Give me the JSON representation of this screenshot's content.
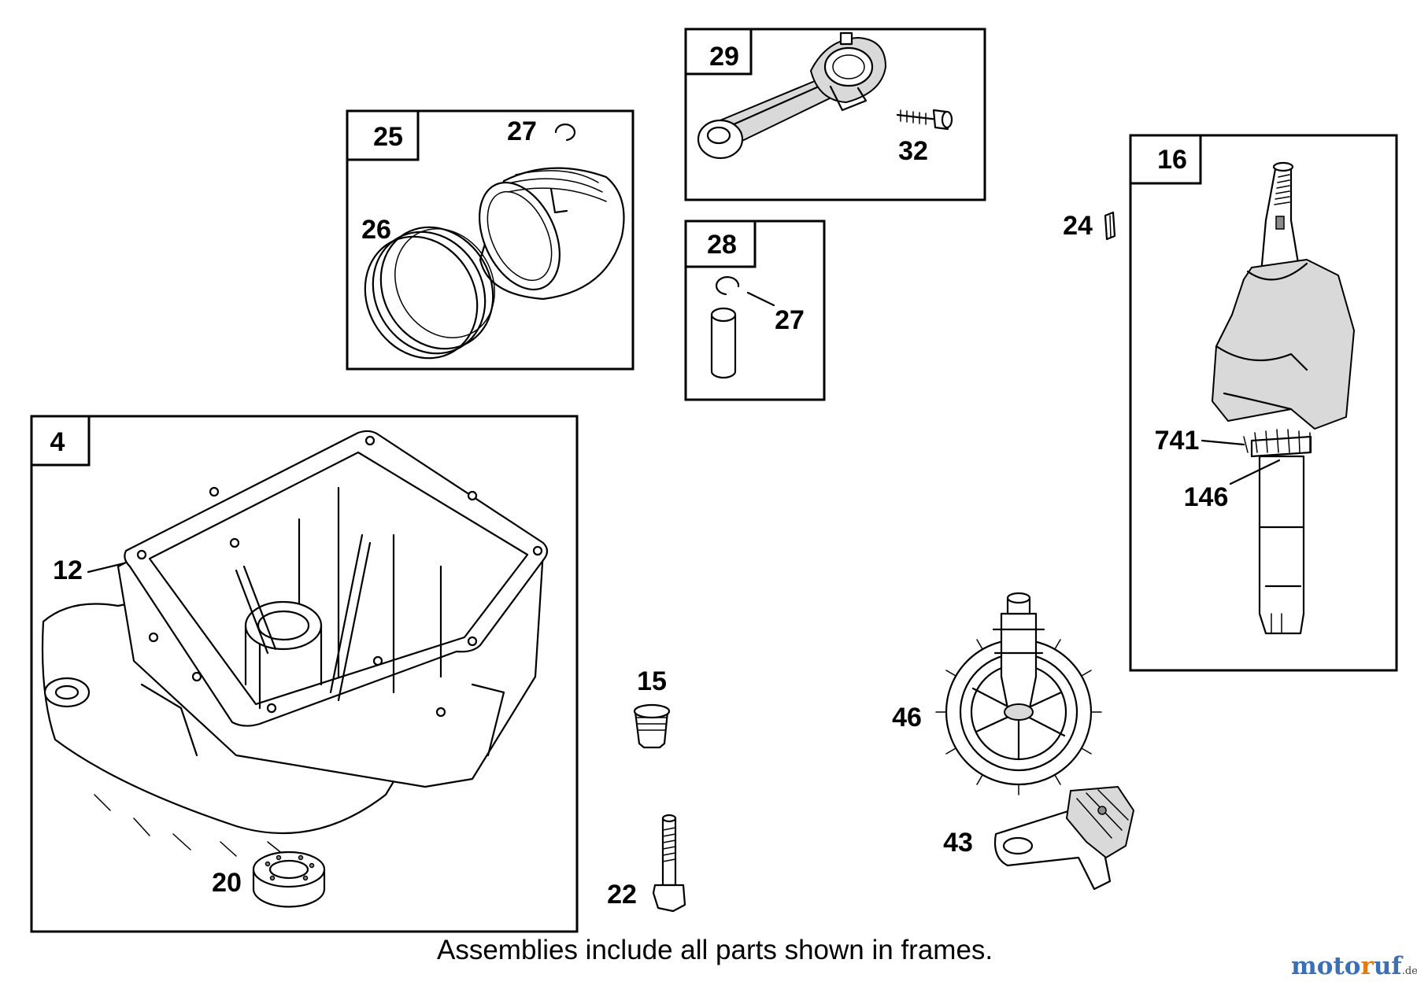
{
  "frames": {
    "f29": "29",
    "f25": "25",
    "f28": "28",
    "f16": "16",
    "f4": "4"
  },
  "labels": {
    "l27a": "27",
    "l32": "32",
    "l26": "26",
    "l27b": "27",
    "l24": "24",
    "l741": "741",
    "l146": "146",
    "l12": "12",
    "l15": "15",
    "l46": "46",
    "l43": "43",
    "l20": "20",
    "l22": "22"
  },
  "footnote": "Assemblies include all parts shown in frames.",
  "watermark": {
    "part1": "moto",
    "part2": "r",
    "part3": "uf",
    "tld": ".de"
  }
}
